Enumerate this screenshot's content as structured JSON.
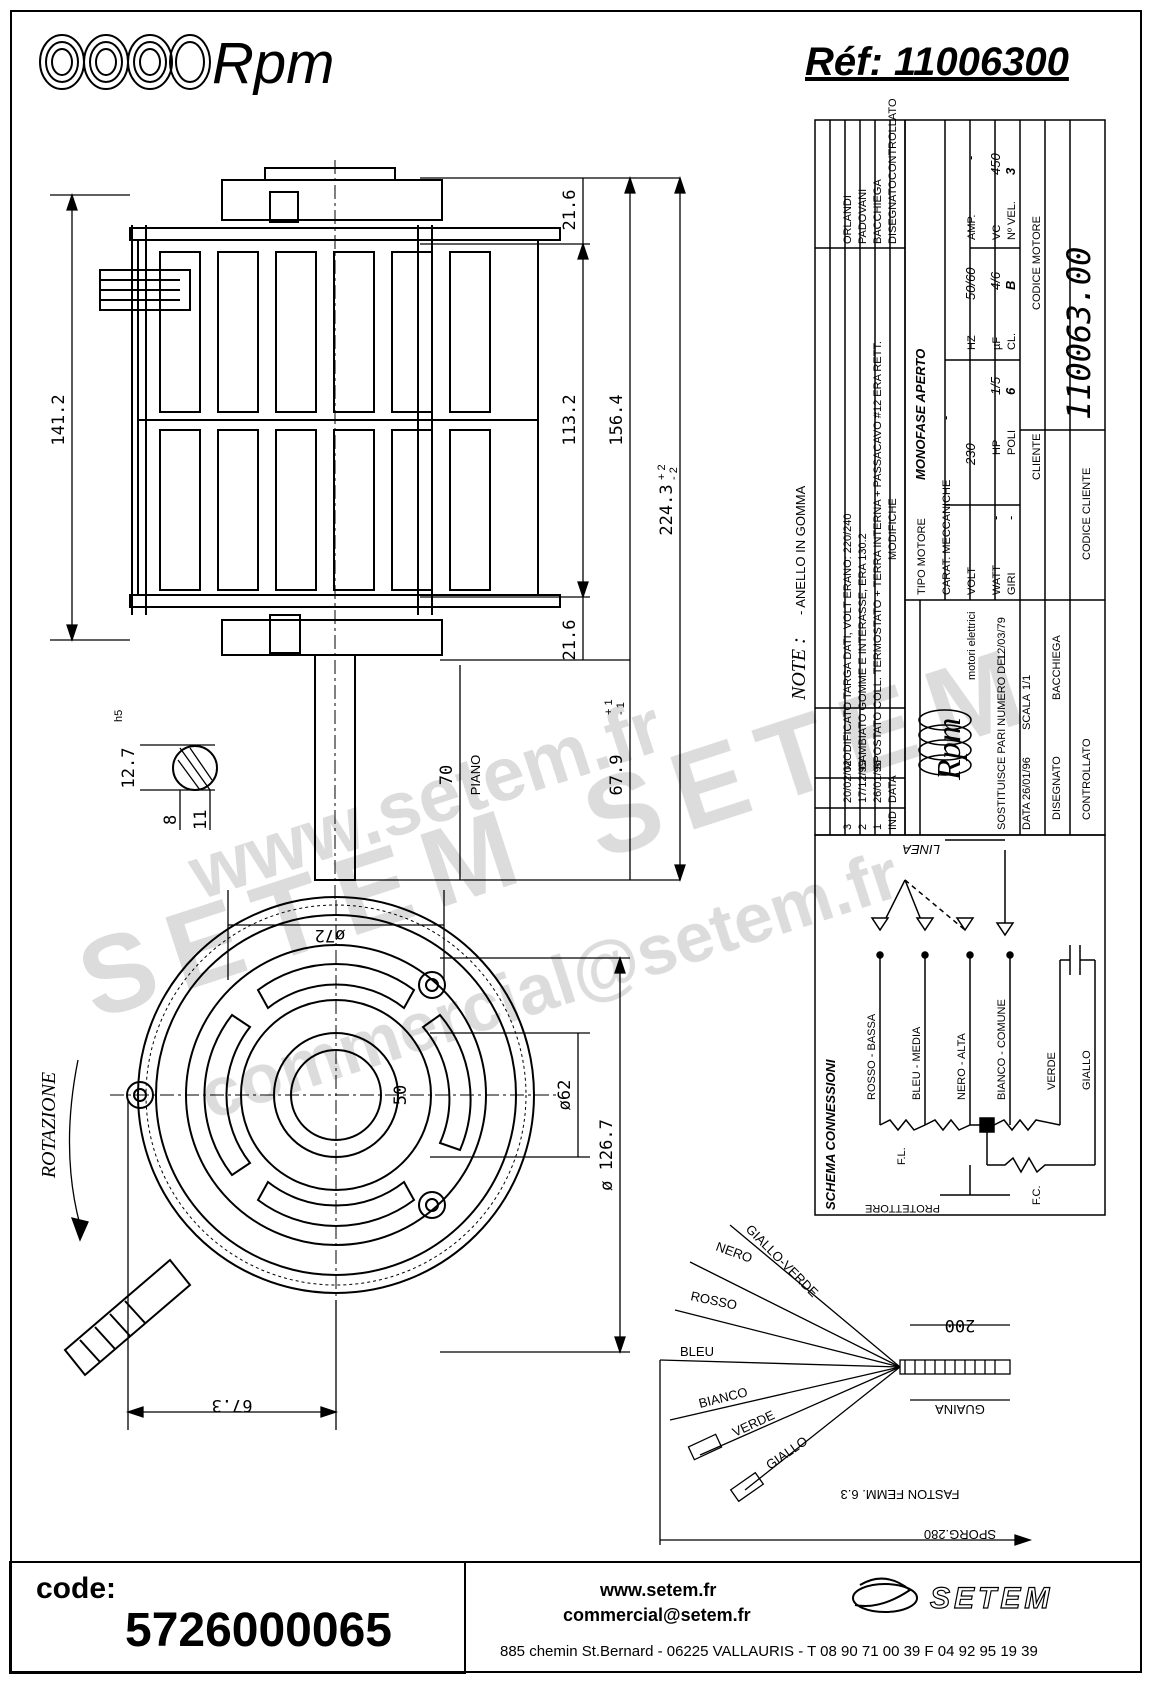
{
  "header": {
    "brand": "Rpm",
    "reference": "Réf:  11006300"
  },
  "footer": {
    "code_label": "code:",
    "code_value": "5726000065",
    "website": "www.setem.fr",
    "email": "commercial@setem.fr",
    "address": "885 chemin St.Bernard  -  06225 VALLAURIS  -  T 08 90 71 00 39   F 04 92 95 19 39",
    "company": "SETEM"
  },
  "watermark": {
    "line1": "www.setem.fr",
    "line2": "SETEM",
    "line3": "commercial@setem.fr"
  },
  "dimensions": {
    "d141": "141.2",
    "d113": "113.2",
    "d156": "156.4",
    "d224": "224.3",
    "tol224": "+ 2\n- 2",
    "d216a": "21.6",
    "d216b": "21.6",
    "d70": "70",
    "piano": "PIANO",
    "d679": "67.9",
    "tol679": "+ 1\n- 1",
    "d127": "12.7",
    "h5": "h5",
    "d8": "8",
    "d11": "11",
    "d72": "ø72",
    "d1267": "ø 126.7",
    "d62": "ø62",
    "d50": "50",
    "d673": "67.3",
    "rotation": "ROTAZIONE"
  },
  "notes": {
    "label": "NOTE :",
    "text": "- ANELLO IN GOMMA"
  },
  "revisions": [
    {
      "ind": "3",
      "date": "20/02/02",
      "text": "MODIFICATO TARGA DATI, VOLT ERANO: 220/240",
      "sign": "ORLANDI"
    },
    {
      "ind": "2",
      "date": "17/12/99",
      "text": "CAMBIATO GOMME E INTERASSE, ERA 130.2",
      "sign": "PADOVANI"
    },
    {
      "ind": "1",
      "date": "26/01/96",
      "text": "SPOSTATO COLL. TERMOSTATO + TERRA INTERNA + PASSACAVO #12 ERA RETT.",
      "sign": "BACCHIEGA"
    }
  ],
  "rev_headers": {
    "ind": "IND",
    "date": "DATA",
    "text": "MODIFICHE",
    "drawn": "DISEGNATO",
    "checked": "CONTROLLATO"
  },
  "title_block": {
    "logo": "Rpm",
    "logo_sub": "motori elettrici",
    "tipo_label": "TIPO MOTORE",
    "tipo_value": "MONOFASE APERTO",
    "carat_label": "CARAT. MECCANICHE",
    "carat_value": "-",
    "volt_label": "VOLT",
    "volt": "230",
    "hz_label": "HZ",
    "hz": "50/60",
    "amp_label": "AMP.",
    "amp": "-",
    "watt_label": "WATT",
    "watt": "-",
    "hp_label": "HP",
    "hp": "1/5",
    "uf_label": "µF",
    "uf": "4/6",
    "vc_label": "VC",
    "vc": "450",
    "giri_label": "GIRI",
    "giri": "-",
    "poli_label": "POLI",
    "poli": "6",
    "cl_label": "CL.",
    "cl": "B",
    "nvel_label": "Nº VEL.",
    "nvel": "3",
    "cliente_label": "CLIENTE",
    "codice_cliente_label": "CODICE CLIENTE",
    "codice_motore_label": "CODICE MOTORE",
    "codice_motore": "110063.00",
    "sost_label": "SOSTITUISCE PARI NUMERO DEL",
    "sost_date": "12/03/79",
    "data_label": "DATA",
    "data": "26/01/96",
    "scala_label": "SCALA",
    "scala": "1/1",
    "disegnato_label": "DISEGNATO",
    "disegnato": "BACCHIEGA",
    "controllato_label": "CONTROLLATO"
  },
  "schema": {
    "title": "SCHEMA CONNESSIONI",
    "linea": "LINEA",
    "wires": [
      "ROSSO - BASSA",
      "BLEU - MEDIA",
      "NERO - ALTA",
      "BIANCO - COMUNE",
      "VERDE",
      "GIALLO"
    ],
    "fl": "F.L.",
    "fc": "F.C.",
    "protettore": "PROTETTORE"
  },
  "cable": {
    "wires": [
      "GIALLO-VERDE",
      "NERO",
      "ROSSO",
      "BLEU",
      "BIANCO",
      "VERDE",
      "GIALLO"
    ],
    "d200": "200",
    "guaina": "GUAINA",
    "faston": "FASTON FEMM. 6.3",
    "sporg": "SPORG.280"
  }
}
